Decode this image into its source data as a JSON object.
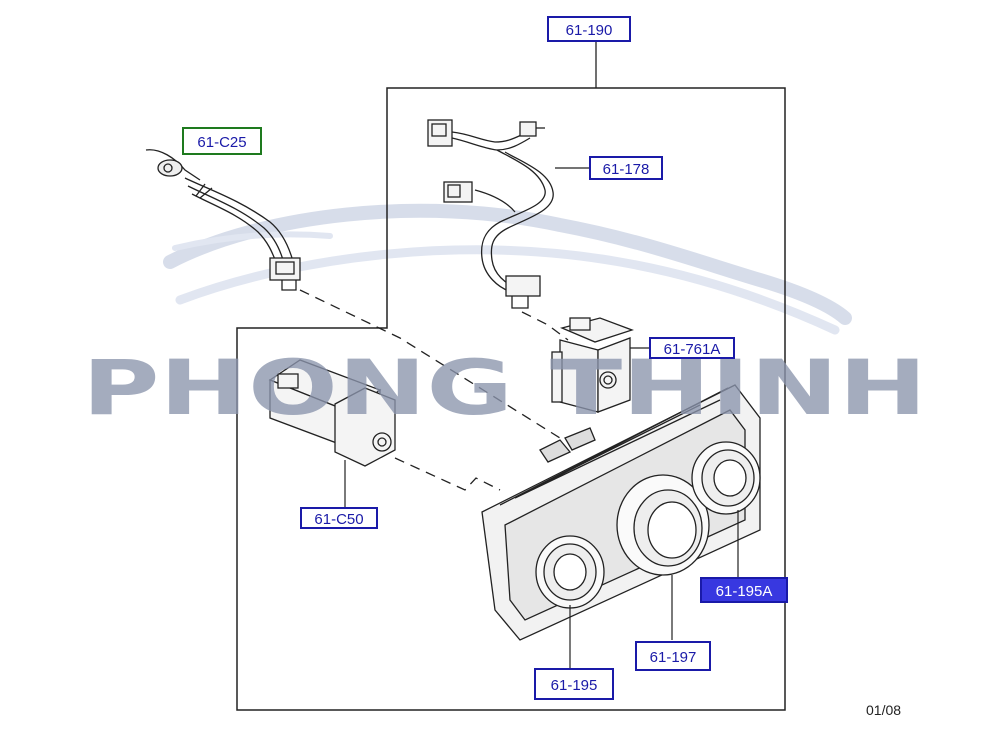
{
  "diagram": {
    "callouts": {
      "c190": "61-190",
      "c25": "61-C25",
      "c178": "61-178",
      "c761a": "61-761A",
      "c50": "61-C50",
      "c195a": "61-195A",
      "c197": "61-197",
      "c195": "61-195"
    },
    "callout_colors": {
      "default_border": "#1a1aa8",
      "default_text": "#1a1aa8",
      "c25_border": "#1e7a1e",
      "highlight_fill": "#3838e0",
      "highlight_text": "#ffffff"
    },
    "watermark": {
      "text": "PHONG THINH",
      "color": "#8b95ad"
    },
    "page_number": "01/08"
  }
}
